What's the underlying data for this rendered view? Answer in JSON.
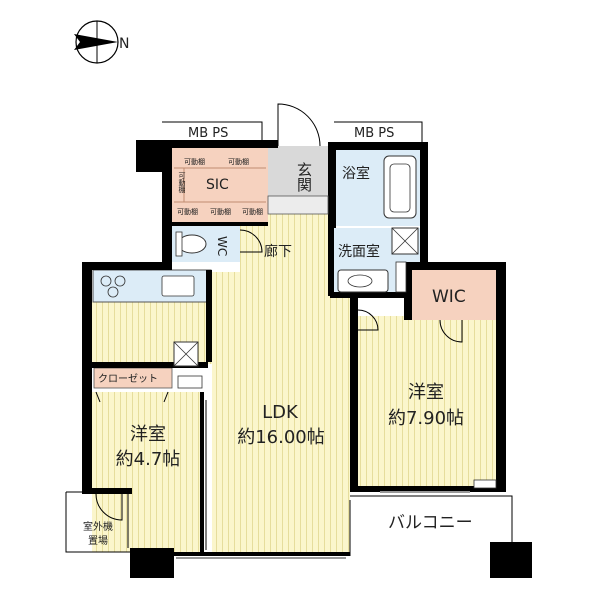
{
  "compass": {
    "label": "N"
  },
  "labels": {
    "mbps_left": "MB PS",
    "mbps_right": "MB PS",
    "sic": "SIC",
    "shelf_1": "可動棚",
    "shelf_2": "可動棚",
    "shelf_side": "可動棚",
    "shelf_3": "可動棚",
    "shelf_4": "可動棚",
    "shelf_5": "可動棚",
    "genkan": "玄関",
    "yokushitsu": "浴室",
    "wc": "WC",
    "rouka": "廊下",
    "senmenjo": "洗面室",
    "wic": "WIC",
    "closet": "クローゼット",
    "ldk_name": "LDK",
    "ldk_size": "約16.00帖",
    "youshitsu_right_name": "洋室",
    "youshitsu_right_size": "約7.90帖",
    "youshitsu_left_name": "洋室",
    "youshitsu_left_size": "約4.7帖",
    "balcony": "バルコニー",
    "outdoor_unit_1": "室外機",
    "outdoor_unit_2": "置場"
  },
  "colors": {
    "floor_yellow": "#fbf6cc",
    "floor_lines": "#e6dd9c",
    "wet_blue": "#dcecf7",
    "storage_pink": "#f6d2bf",
    "genkan_gray": "#d9d9d9",
    "wall": "#000000"
  }
}
